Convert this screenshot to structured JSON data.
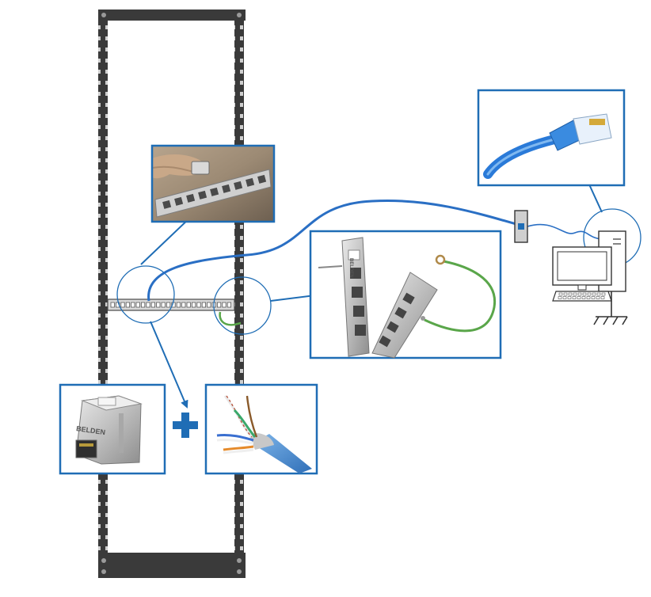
{
  "diagram": {
    "brand_text": "BELDEN",
    "colors": {
      "accent": "#1f6db5",
      "cable": "#2a6fc4",
      "rack": "#3a3a3a",
      "ground": "#5aa64a",
      "frame": "#1f6db5"
    },
    "icons": {
      "rack": "equipment-rack",
      "patch_panel": "patch-panel",
      "wall_plate": "wall-outlet",
      "computer": "desktop-computer",
      "ground": "ground-symbol",
      "plus": "plus-icon"
    }
  }
}
